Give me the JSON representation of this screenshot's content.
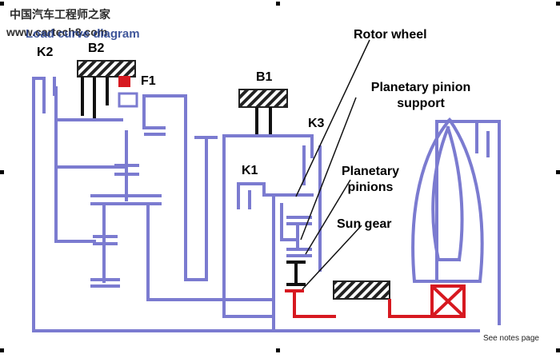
{
  "watermark": {
    "line1": "中国汽车工程师之家",
    "line2": "www.cartech8.com"
  },
  "subtitle": "Load curve diagram",
  "labels": {
    "k2": "K2",
    "b2": "B2",
    "f1": "F1",
    "b1": "B1",
    "k3": "K3",
    "k1": "K1",
    "rotor_wheel": "Rotor wheel",
    "planetary_pinion_support": "Planetary pinion\nsupport",
    "planetary_pinions": "Planetary\npinions",
    "sun_gear": "Sun gear"
  },
  "note": "See notes page",
  "colors": {
    "shaft": "#7b7bd0",
    "power_flow": "#d71920",
    "clutch_element": "#d71920",
    "housing_hatch": "#222222"
  }
}
